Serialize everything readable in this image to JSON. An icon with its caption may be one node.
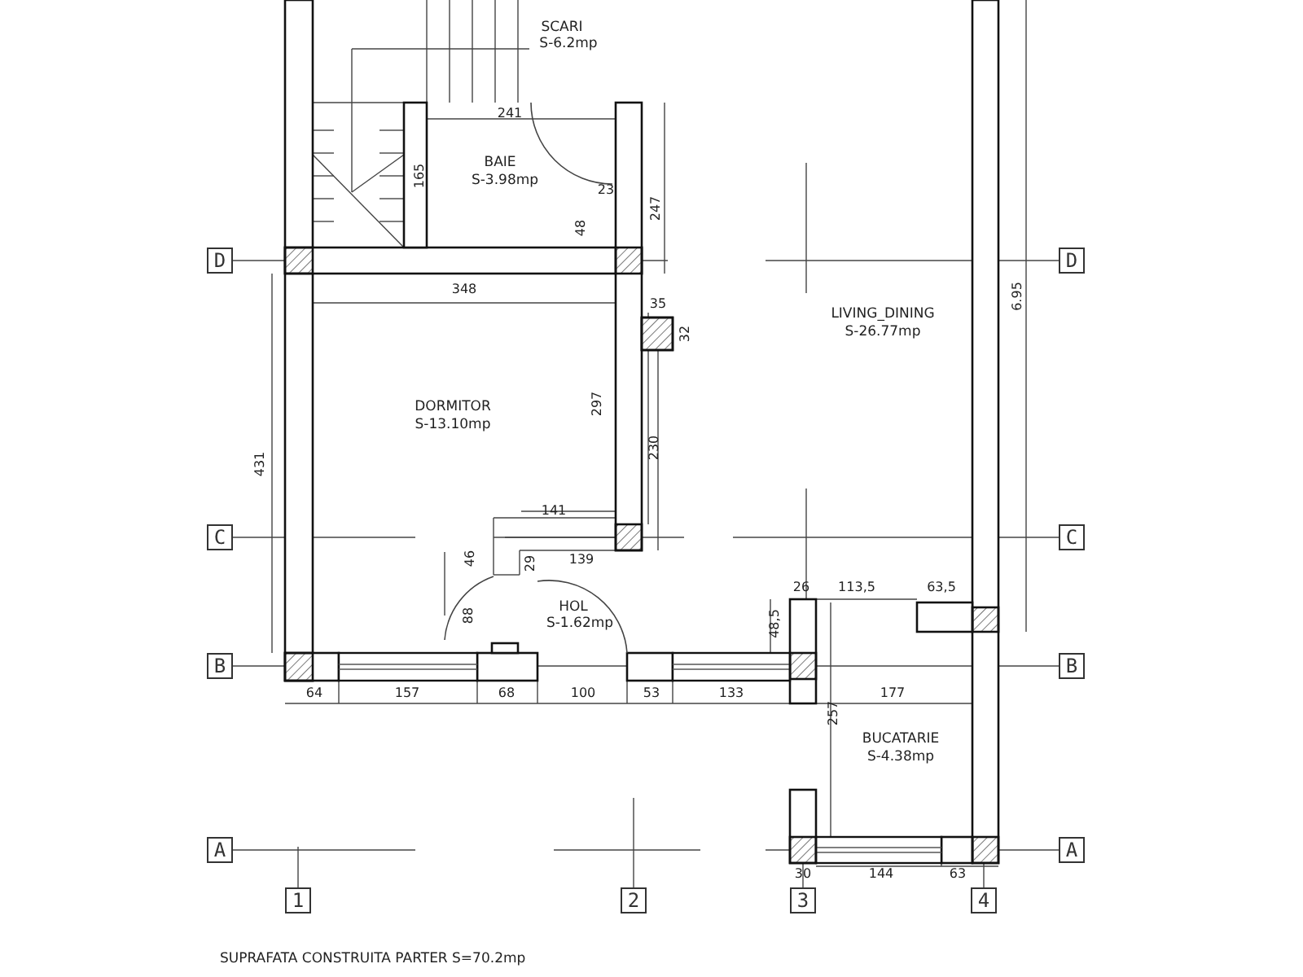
{
  "diagram": {
    "nodes": [
      {
        "text": [
          "D"
        ]
      },
      {
        "text": [
          "D"
        ]
      },
      {
        "text": [
          "C"
        ]
      },
      {
        "text": [
          "C"
        ]
      },
      {
        "text": [
          "B"
        ]
      },
      {
        "text": [
          "B"
        ]
      },
      {
        "text": [
          "A"
        ]
      },
      {
        "text": [
          "A"
        ]
      },
      {
        "text": [
          "1"
        ]
      },
      {
        "text": [
          "2"
        ]
      },
      {
        "text": [
          "3"
        ]
      },
      {
        "text": [
          "4"
        ]
      }
    ],
    "labels": [
      "SCARI",
      "S-6.2mp",
      "241",
      "BAIE",
      "S-3.98mp",
      "165",
      "23",
      "48",
      "247",
      "348",
      "35",
      "32",
      "LIVING_DINING",
      "S-26.77mp",
      "6.95",
      "DORMITOR",
      "S-13.10mp",
      "297",
      "230",
      "431",
      "141",
      "46",
      "29",
      "139",
      "HOL",
      "S-1.62mp",
      "88",
      "26",
      "113,5",
      "63,5",
      "48,5",
      "64",
      "157",
      "68",
      "100",
      "53",
      "133",
      "177",
      "257",
      "BUCATARIE",
      "S-4.38mp",
      "30",
      "144",
      "63",
      "SUPRAFATA CONSTRUITA PARTER S=70.2mp"
    ]
  }
}
